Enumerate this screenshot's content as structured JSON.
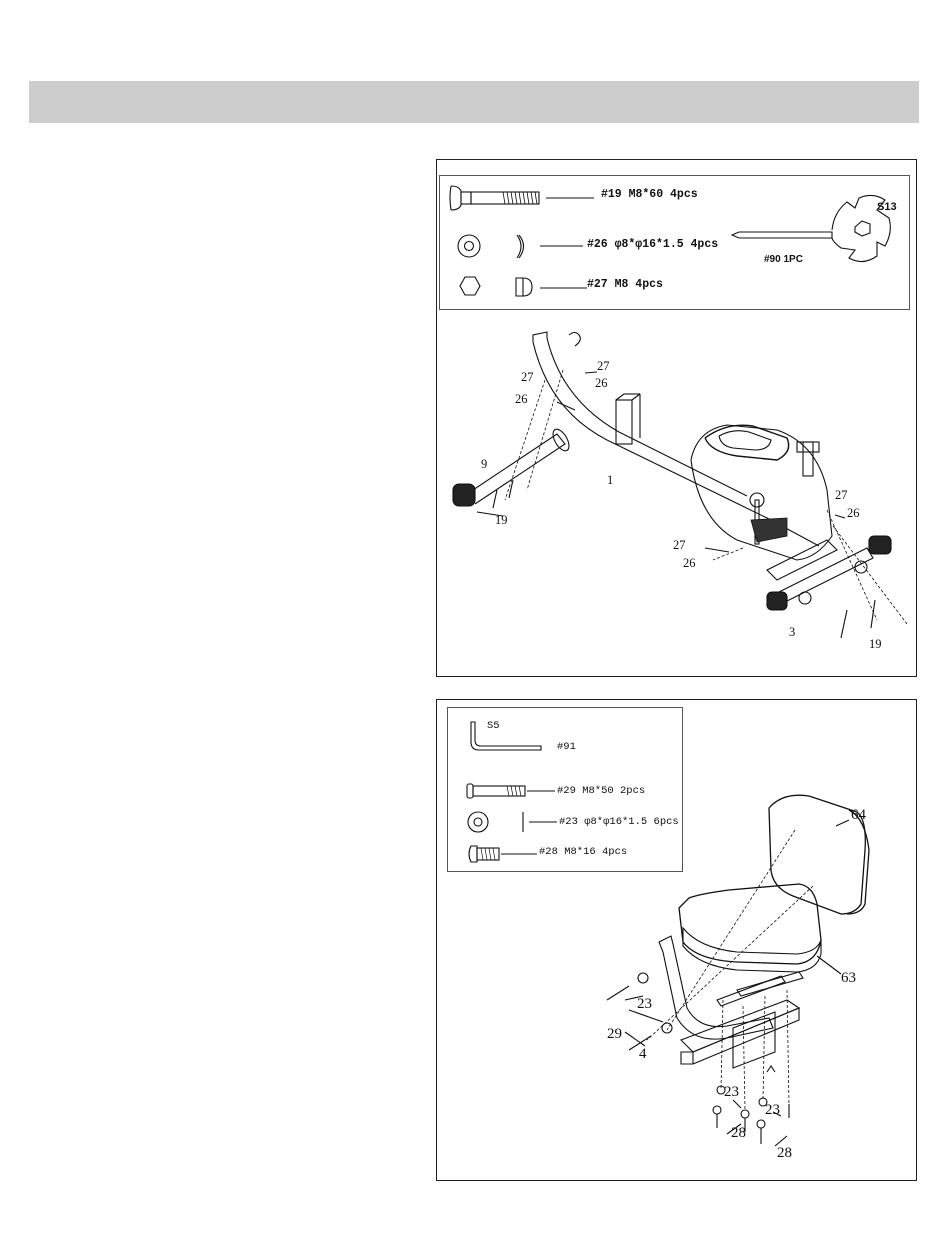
{
  "header": {
    "title": ""
  },
  "step1": {
    "hardware": [
      {
        "id": "19",
        "text": "#19 M8*60 4pcs",
        "icon": "carriage-bolt-icon"
      },
      {
        "id": "26",
        "text": "#26 φ8*φ16*1.5 4pcs",
        "icon": "curved-washer-icon"
      },
      {
        "id": "27",
        "text": "#27 M8 4pcs",
        "icon": "cap-nut-icon"
      }
    ],
    "tool": {
      "size": "S13",
      "label": "#90 1PC",
      "icon": "combination-wrench-icon"
    },
    "callouts": [
      "27",
      "27",
      "26",
      "26",
      "9",
      "19",
      "1",
      "27",
      "26",
      "27",
      "26",
      "3",
      "19"
    ]
  },
  "step2": {
    "tool": {
      "size": "S5",
      "label": "#91",
      "icon": "allen-key-icon"
    },
    "hardware": [
      {
        "id": "29",
        "text": "#29 M8*50 2pcs",
        "icon": "bolt-icon"
      },
      {
        "id": "23",
        "text": "#23 φ8*φ16*1.5 6pcs",
        "icon": "flat-washer-icon"
      },
      {
        "id": "28",
        "text": "#28 M8*16 4pcs",
        "icon": "short-bolt-icon"
      }
    ],
    "callouts": [
      "64",
      "63",
      "23",
      "29",
      "4",
      "23",
      "23",
      "28",
      "28"
    ]
  }
}
